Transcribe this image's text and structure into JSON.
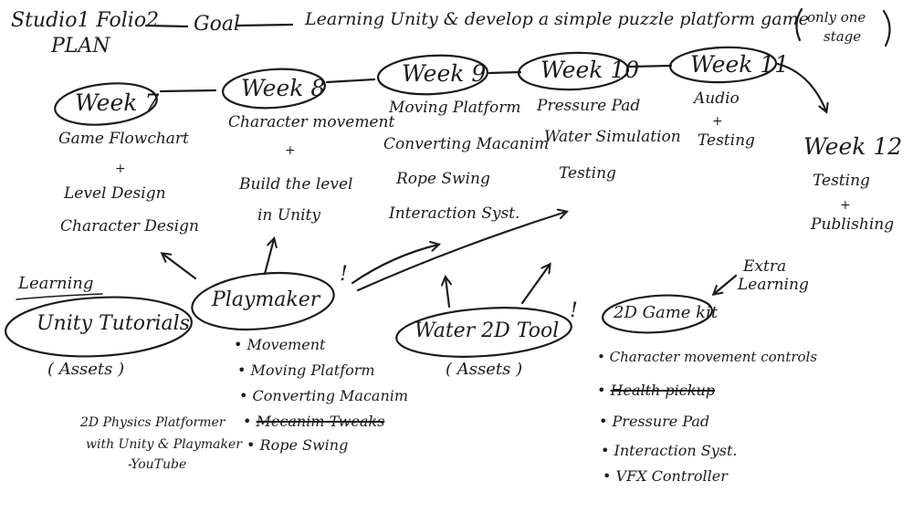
{
  "header": {
    "title_line1": "Studio1 Folio2",
    "title_line2": "PLAN",
    "goal_label": "Goal",
    "goal_text": "Learning Unity & develop a simple puzzle platform game",
    "goal_note_line1": "only one",
    "goal_note_line2": "stage"
  },
  "weeks": [
    {
      "label": "Week 7",
      "tasks": [
        "Game Flowchart",
        "+",
        "Level Design",
        "Character Design"
      ]
    },
    {
      "label": "Week 8",
      "tasks": [
        "Character movement",
        "+",
        "Build the level",
        "in Unity"
      ]
    },
    {
      "label": "Week 9",
      "tasks": [
        "Moving Platform",
        "Converting Macanim",
        "Rope Swing",
        "Interaction Syst."
      ]
    },
    {
      "label": "Week 10",
      "tasks": [
        "Pressure Pad",
        "Water Simulation",
        "Testing"
      ]
    },
    {
      "label": "Week 11",
      "tasks": [
        "Audio",
        "+",
        "Testing"
      ]
    },
    {
      "label": "Week 12",
      "tasks": [
        "Testing",
        "+",
        "Publishing"
      ]
    }
  ],
  "learning": {
    "label": "Learning",
    "unity_tutorials": "Unity Tutorials",
    "unity_assets": "( Assets )",
    "youtube_line1": "2D Physics Platformer",
    "youtube_line2": "with Unity & Playmaker",
    "youtube_line3": "-YouTube",
    "playmaker": "Playmaker",
    "playmaker_mark": "!",
    "playmaker_items": [
      {
        "text": "Movement",
        "struck": false
      },
      {
        "text": "Moving Platform",
        "struck": false
      },
      {
        "text": "Converting Macanim",
        "struck": false
      },
      {
        "text": "Mecanim Tweaks",
        "struck": true
      },
      {
        "text": "Rope Swing",
        "struck": false
      }
    ],
    "water_tool": "Water 2D Tool",
    "water_mark": "!",
    "water_assets": "( Assets )"
  },
  "extra": {
    "label_line1": "Extra",
    "label_line2": "Learning",
    "gamekit": "2D Game kit",
    "items": [
      {
        "text": "Character movement controls",
        "struck": false
      },
      {
        "text": "Health pickup",
        "struck": true
      },
      {
        "text": "Pressure Pad",
        "struck": false
      },
      {
        "text": "Interaction Syst.",
        "struck": false
      },
      {
        "text": "VFX Controller",
        "struck": false
      }
    ]
  },
  "colors": {
    "ink": "#1b1b1b",
    "board": "#ffffff"
  }
}
